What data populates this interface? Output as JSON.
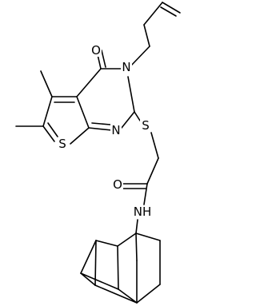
{
  "atoms": {
    "oxygen_carbonyl_ring": "O",
    "nitrogen_ring": "N",
    "nitrogen_pyrimidine": "N",
    "sulfur_linker": "S",
    "sulfur_thiophene": "S",
    "oxygen_amide": "O",
    "nitrogen_amide": "NH"
  }
}
